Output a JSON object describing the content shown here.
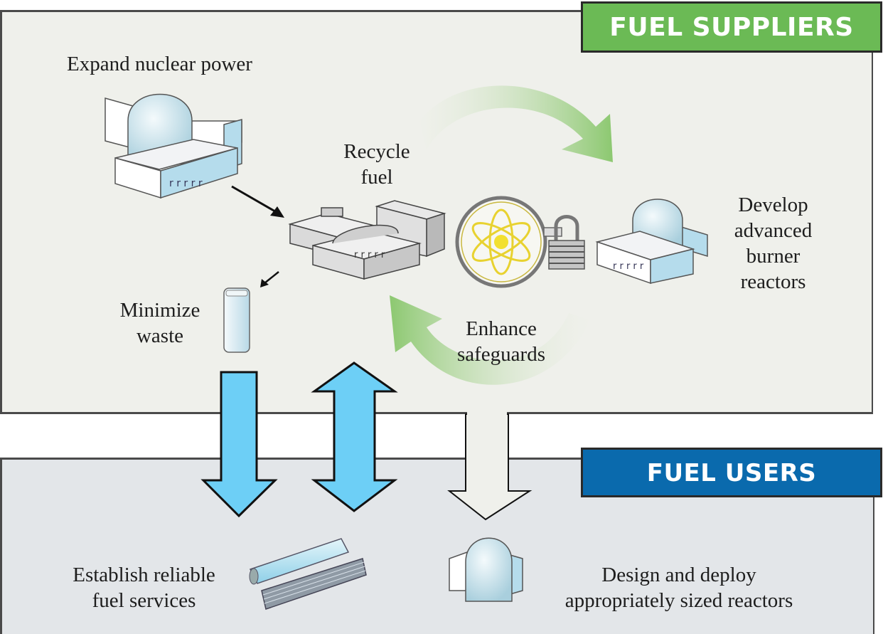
{
  "banners": {
    "suppliers": "FUEL SUPPLIERS",
    "users": "FUEL USERS"
  },
  "labels": {
    "expand_nuclear_power": "Expand nuclear power",
    "recycle_fuel": "Recycle\nfuel",
    "develop_burner_reactors": "Develop\nadvanced\nburner\nreactors",
    "minimize_waste": "Minimize\nwaste",
    "enhance_safeguards": "Enhance\nsafeguards",
    "establish_fuel_services": "Establish reliable\nfuel services",
    "design_deploy_reactors": "Design and deploy\nappropriately sized reactors"
  },
  "icons": [
    "reactor-building-icon",
    "recycling-plant-icon",
    "atom-lock-safeguard-icon",
    "burner-reactor-icon",
    "waste-canister-icon",
    "fuel-rod-assembly-icon",
    "small-reactor-icon"
  ],
  "colors": {
    "suppliers_banner": "#6bba55",
    "users_banner": "#0a6aad",
    "suppliers_bg": "#eff0eb",
    "users_bg": "#e3e6e9",
    "flow_arrow_blue": "#6dcff6",
    "cycle_arrow_green": "#8cc870",
    "reactor_blue": "#b5dcec",
    "atom_yellow": "#f2e030"
  }
}
